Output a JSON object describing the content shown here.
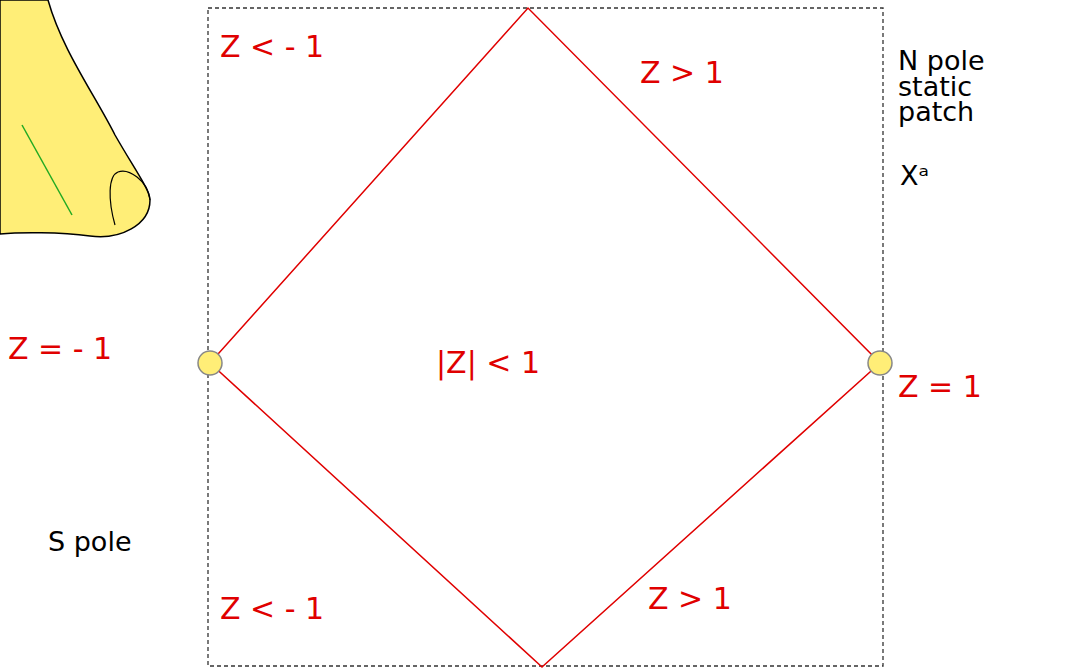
{
  "diagram": {
    "labels": [
      "Z < - 1",
      "Z > 1",
      "N pole static patch",
      "Xᵃ",
      "Z = - 1",
      "|Z| < 1",
      "Z = 1",
      "S pole",
      "Z < - 1",
      "Z > 1"
    ]
  }
}
